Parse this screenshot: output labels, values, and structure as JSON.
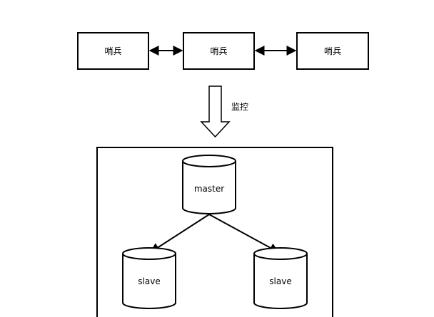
{
  "sentinels": [
    {
      "label": "哨兵"
    },
    {
      "label": "哨兵"
    },
    {
      "label": "哨兵"
    }
  ],
  "monitor_label": "监控",
  "cluster": {
    "master": {
      "label": "master"
    },
    "slaves": [
      {
        "label": "slave"
      },
      {
        "label": "slave"
      }
    ]
  },
  "colors": {
    "stroke": "#000000",
    "fill": "#ffffff"
  }
}
